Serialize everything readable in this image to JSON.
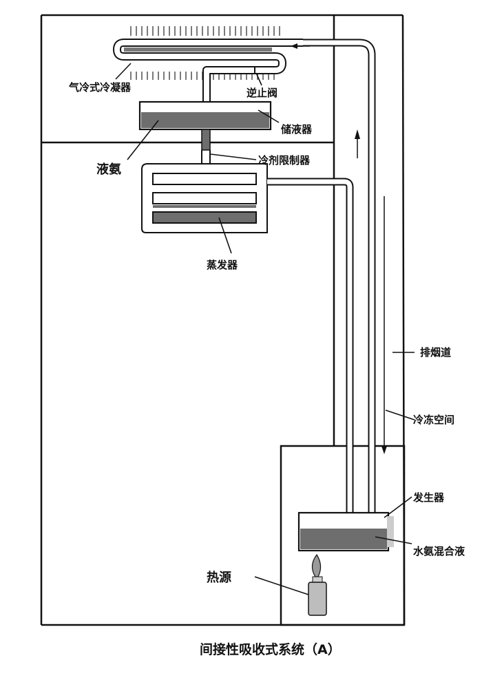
{
  "caption": "间接性吸收式系统（A）",
  "labels": {
    "condenser": "气冷式冷凝器",
    "check_valve": "逆止阀",
    "receiver": "储液器",
    "liquid_ammonia": "液氨",
    "refrigerant_restrictor": "冷剂限制器",
    "evaporator": "蒸发器",
    "flue": "排烟道",
    "freezer_space": "冷冻空间",
    "generator": "发生器",
    "water_ammonia_solution": "水氨混合液",
    "heat_source": "热源"
  },
  "colors": {
    "line": "#111111",
    "liquid_fill": "#6e6e6e",
    "flame": "#9a9a9a",
    "burner": "#bdbdbd"
  }
}
